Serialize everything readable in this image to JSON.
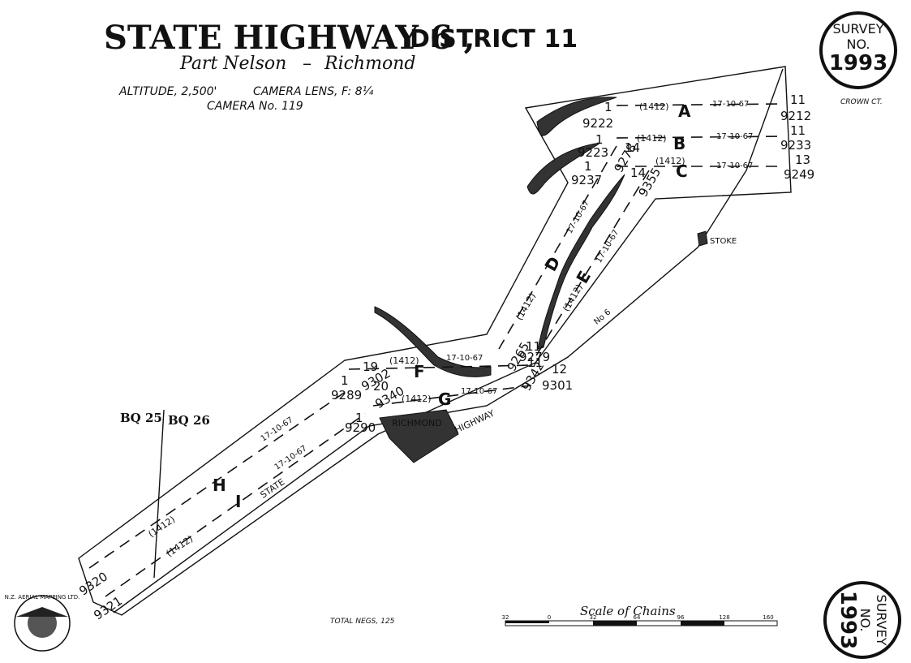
{
  "header": {
    "title": "STATE HIGHWAY 6 ,",
    "district": "DISTRICT 11",
    "subtitle_a": "Part Nelson",
    "subtitle_b": "Richmond",
    "altitude": "ALTITUDE, 2,500'",
    "lens": "CAMERA LENS, F: 8¼",
    "camera": "CAMERA No. 119"
  },
  "survey_top": {
    "line1": "SURVEY",
    "line2": "NO.",
    "number": "1993"
  },
  "survey_bottom": {
    "line1": "SURVEY",
    "line2": "NO.",
    "number": "1993"
  },
  "crown": "CROWN CT.",
  "places": {
    "stoke": "STOKE",
    "richmond": "RICHMOND",
    "highway": "HIGHWAY",
    "state": "STATE",
    "no6": "No 6"
  },
  "sheets": {
    "left": "BQ 25",
    "right": "BQ 26"
  },
  "runs": {
    "A": {
      "letter": "A",
      "film": "(1412)",
      "date": "17-10-67",
      "start_n": "1",
      "start_f": "9222",
      "end_n": "11",
      "end_f": "9212"
    },
    "B": {
      "letter": "B",
      "film": "(1412)",
      "date": "17-10-67",
      "start_n": "1",
      "start_f": "9223",
      "end_n": "11",
      "end_f": "9233"
    },
    "C": {
      "letter": "C",
      "film": "(1412)",
      "date": "17-10-67",
      "start_n": "1",
      "start_f": "9237",
      "end_n": "13",
      "end_f": "9249"
    },
    "D": {
      "letter": "D",
      "film": "(1412)",
      "date": "17-10-67",
      "start_n": "11",
      "start_f": "9265",
      "end_n": "14",
      "end_f": "9278"
    },
    "E": {
      "letter": "E",
      "film": "(1412)",
      "date": "17-10-67",
      "start_n": "11",
      "start_f": "9279",
      "end_n": "14",
      "end_f": "9355"
    },
    "F": {
      "letter": "F",
      "film": "(1412)",
      "date": "17-10-67",
      "start_n": "1",
      "start_f": "9289",
      "end_n": "19",
      "end_f": "9302"
    },
    "G": {
      "letter": "G",
      "film": "(1412)",
      "date": "17-10-67",
      "start_n": "20",
      "start_f": "9340",
      "end_n": "12",
      "end_f": "9301"
    },
    "H": {
      "letter": "H",
      "film": "(1412)",
      "date": "17-10-67",
      "start_f": "9320"
    },
    "I": {
      "letter": "I",
      "film": "(1412)",
      "date": "17-10-67",
      "start_n": "1",
      "start_f": "9290",
      "mid_f": "9342",
      "end_f": "9321"
    }
  },
  "total_negs": "TOTAL NEGS, 125",
  "scale": {
    "title": "Scale of Chains",
    "ticks": [
      "32",
      "0",
      "32",
      "64",
      "96",
      "128",
      "160"
    ]
  },
  "logo": {
    "text": "N.Z. AERIAL MAPPING LTD."
  }
}
